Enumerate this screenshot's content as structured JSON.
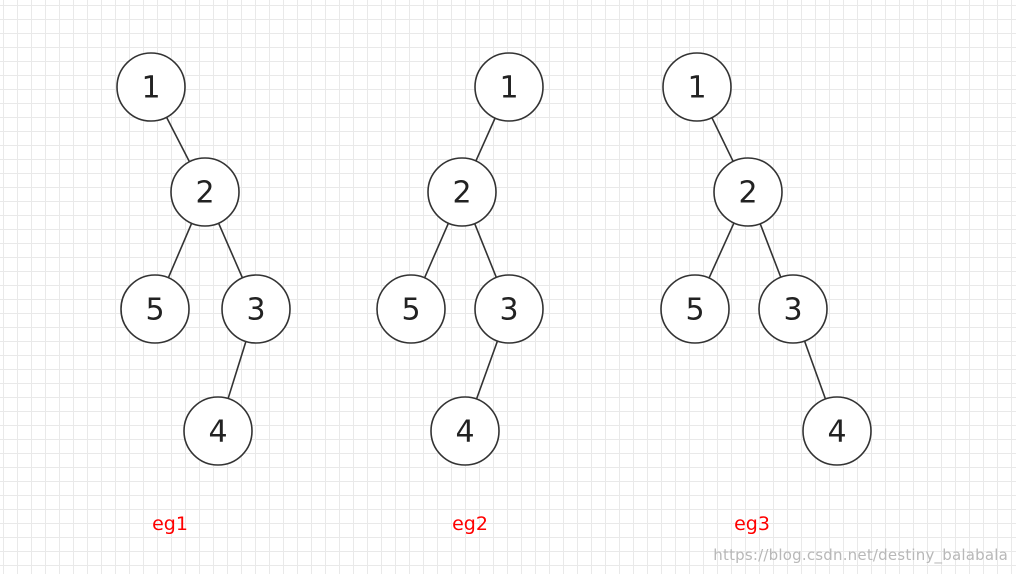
{
  "trees": [
    {
      "caption": "eg1",
      "nodes": [
        {
          "id": "1",
          "label": "1"
        },
        {
          "id": "2",
          "label": "2"
        },
        {
          "id": "5",
          "label": "5"
        },
        {
          "id": "3",
          "label": "3"
        },
        {
          "id": "4",
          "label": "4"
        }
      ],
      "edges": [
        [
          "1",
          "2"
        ],
        [
          "2",
          "5"
        ],
        [
          "2",
          "3"
        ],
        [
          "3",
          "4"
        ]
      ]
    },
    {
      "caption": "eg2",
      "nodes": [
        {
          "id": "1",
          "label": "1"
        },
        {
          "id": "2",
          "label": "2"
        },
        {
          "id": "5",
          "label": "5"
        },
        {
          "id": "3",
          "label": "3"
        },
        {
          "id": "4",
          "label": "4"
        }
      ],
      "edges": [
        [
          "1",
          "2"
        ],
        [
          "2",
          "5"
        ],
        [
          "2",
          "3"
        ],
        [
          "3",
          "4"
        ]
      ]
    },
    {
      "caption": "eg3",
      "nodes": [
        {
          "id": "1",
          "label": "1"
        },
        {
          "id": "2",
          "label": "2"
        },
        {
          "id": "5",
          "label": "5"
        },
        {
          "id": "3",
          "label": "3"
        },
        {
          "id": "4",
          "label": "4"
        }
      ],
      "edges": [
        [
          "1",
          "2"
        ],
        [
          "2",
          "5"
        ],
        [
          "2",
          "3"
        ],
        [
          "3",
          "4"
        ]
      ]
    }
  ],
  "watermark": "https://blog.csdn.net/destiny_balabala",
  "colors": {
    "caption": "#ff0000",
    "node_stroke": "#333333",
    "grid": "#e9e9e9"
  }
}
